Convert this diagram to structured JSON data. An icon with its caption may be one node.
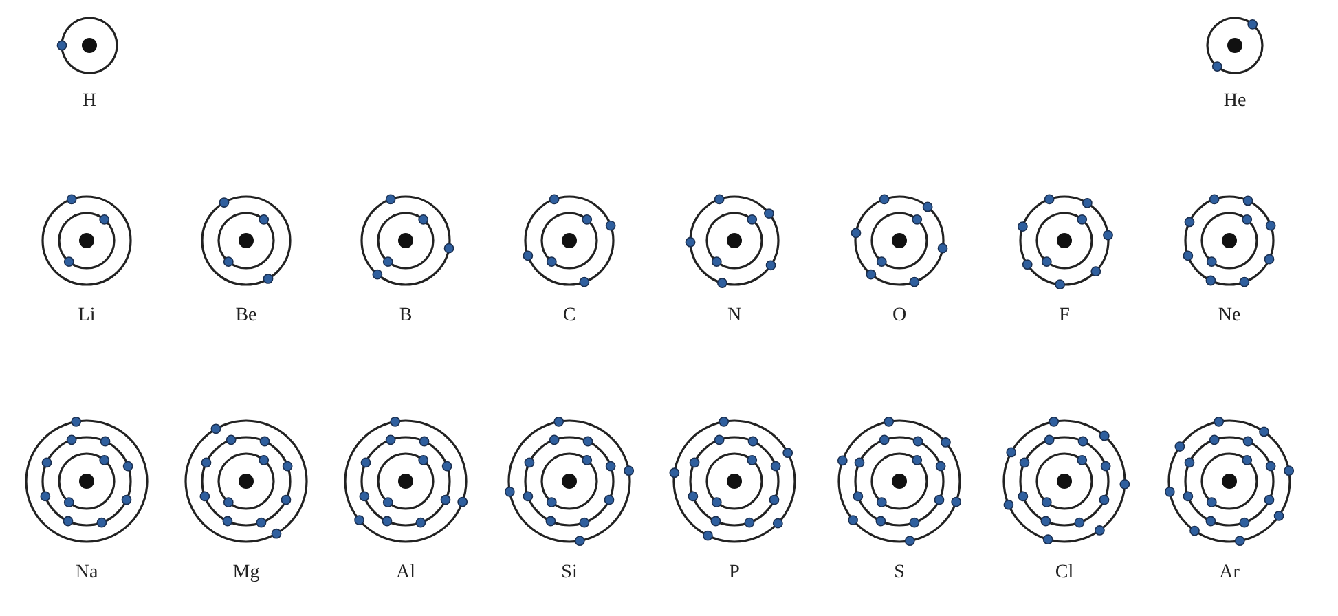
{
  "diagram": {
    "nodes": [
      {
        "text": [
          "H"
        ]
      },
      {
        "text": [
          "He"
        ]
      },
      {
        "text": [
          "Li"
        ]
      },
      {
        "text": [
          "Be"
        ]
      },
      {
        "text": [
          "B"
        ]
      },
      {
        "text": [
          "C"
        ]
      },
      {
        "text": [
          "N"
        ]
      },
      {
        "text": [
          "O"
        ]
      },
      {
        "text": [
          "F"
        ]
      },
      {
        "text": [
          "Ne"
        ]
      },
      {
        "text": [
          "Na"
        ]
      },
      {
        "text": [
          "Mg"
        ]
      },
      {
        "text": [
          "Al"
        ]
      },
      {
        "text": [
          "Si"
        ]
      },
      {
        "text": [
          "P"
        ]
      },
      {
        "text": [
          "S"
        ]
      },
      {
        "text": [
          "Cl"
        ]
      },
      {
        "text": [
          "Ar"
        ]
      }
    ]
  }
}
